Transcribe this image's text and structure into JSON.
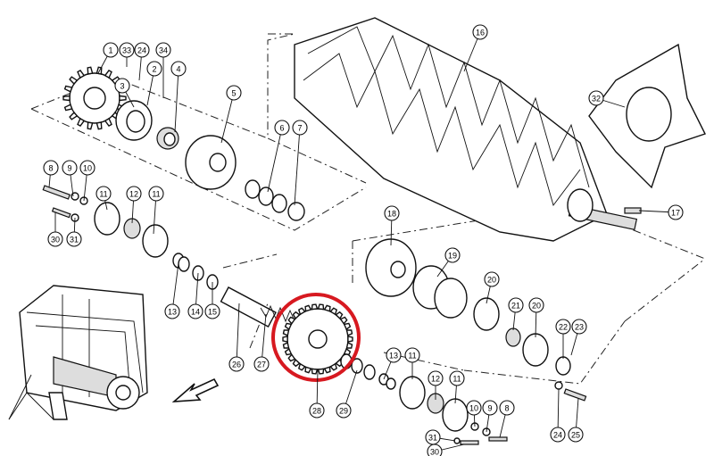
{
  "diagram": {
    "callouts": [
      {
        "id": "c1",
        "label": "1"
      },
      {
        "id": "c33",
        "label": "33"
      },
      {
        "id": "c24a",
        "label": "24"
      },
      {
        "id": "c34",
        "label": "34"
      },
      {
        "id": "c2",
        "label": "2"
      },
      {
        "id": "c4",
        "label": "4"
      },
      {
        "id": "c3",
        "label": "3"
      },
      {
        "id": "c5",
        "label": "5"
      },
      {
        "id": "c6",
        "label": "6"
      },
      {
        "id": "c7",
        "label": "7"
      },
      {
        "id": "c16",
        "label": "16"
      },
      {
        "id": "c32",
        "label": "32"
      },
      {
        "id": "c8a",
        "label": "8"
      },
      {
        "id": "c9a",
        "label": "9"
      },
      {
        "id": "c10a",
        "label": "10"
      },
      {
        "id": "c11a",
        "label": "11"
      },
      {
        "id": "c12a",
        "label": "12"
      },
      {
        "id": "c11b",
        "label": "11"
      },
      {
        "id": "c30a",
        "label": "30"
      },
      {
        "id": "c31a",
        "label": "31"
      },
      {
        "id": "c17",
        "label": "17"
      },
      {
        "id": "c18",
        "label": "18"
      },
      {
        "id": "c19",
        "label": "19"
      },
      {
        "id": "c20a",
        "label": "20"
      },
      {
        "id": "c21",
        "label": "21"
      },
      {
        "id": "c20b",
        "label": "20"
      },
      {
        "id": "c22",
        "label": "22"
      },
      {
        "id": "c23",
        "label": "23"
      },
      {
        "id": "c13a",
        "label": "13"
      },
      {
        "id": "c14",
        "label": "14"
      },
      {
        "id": "c15",
        "label": "15"
      },
      {
        "id": "c26",
        "label": "26"
      },
      {
        "id": "c27",
        "label": "27"
      },
      {
        "id": "c28",
        "label": "28"
      },
      {
        "id": "c29",
        "label": "29"
      },
      {
        "id": "c13b",
        "label": "13"
      },
      {
        "id": "c11c",
        "label": "11"
      },
      {
        "id": "c12b",
        "label": "12"
      },
      {
        "id": "c11d",
        "label": "11"
      },
      {
        "id": "c10b",
        "label": "10"
      },
      {
        "id": "c9b",
        "label": "9"
      },
      {
        "id": "c8b",
        "label": "8"
      },
      {
        "id": "c24b",
        "label": "24"
      },
      {
        "id": "c25",
        "label": "25"
      },
      {
        "id": "c31b",
        "label": "31"
      },
      {
        "id": "c30b",
        "label": "30"
      }
    ],
    "highlight": {
      "target": "28",
      "color": "#d71920"
    }
  }
}
